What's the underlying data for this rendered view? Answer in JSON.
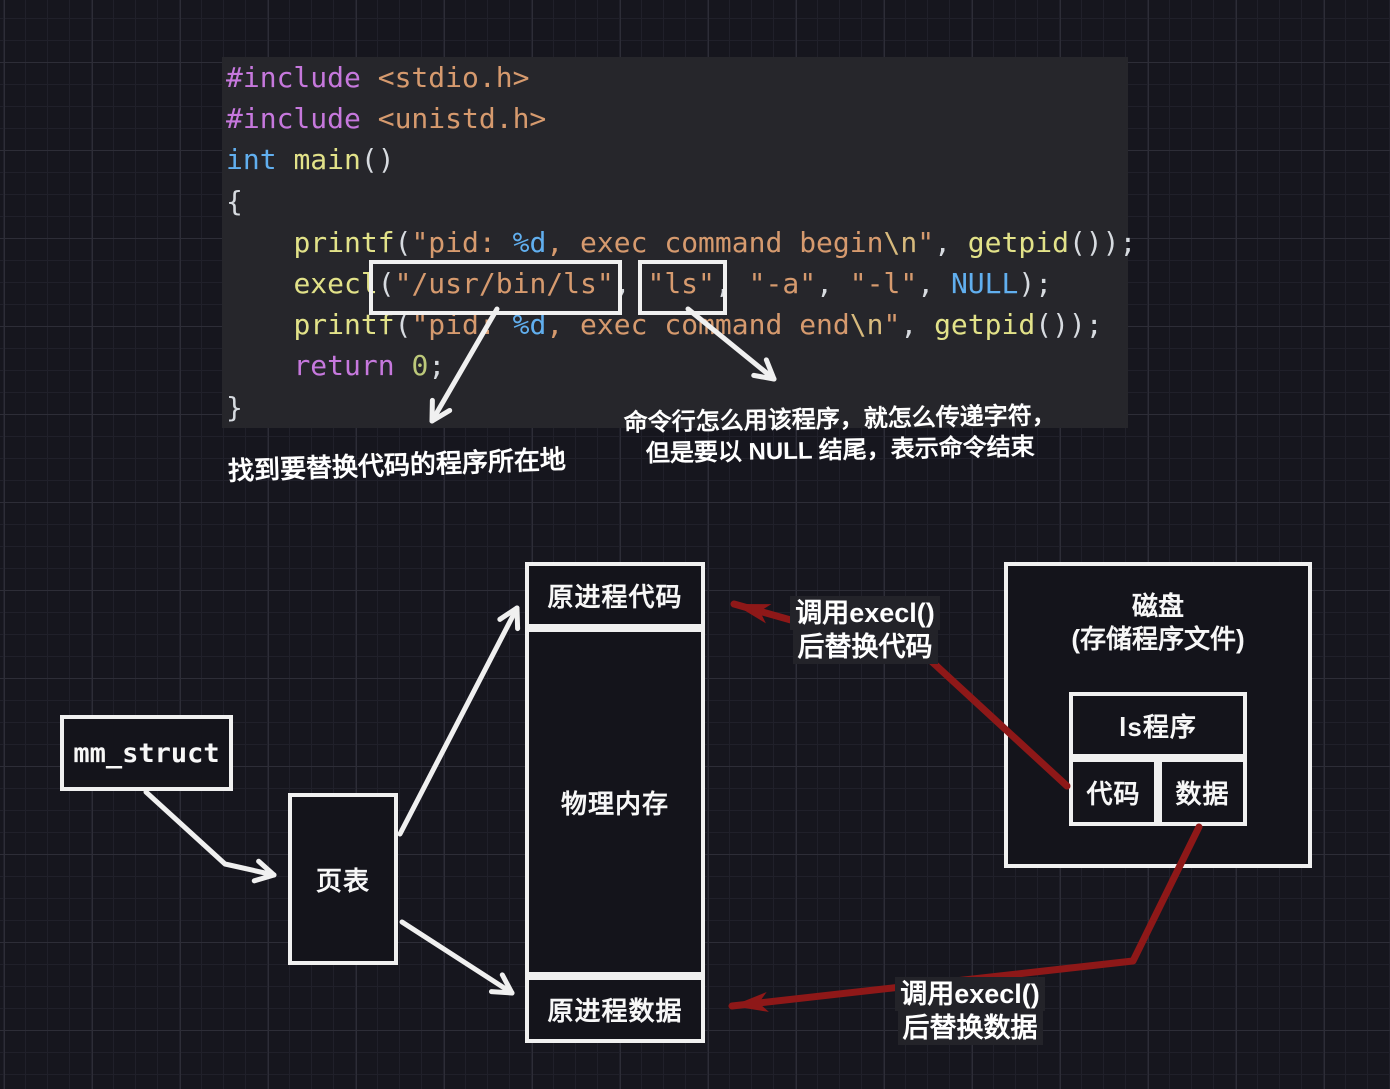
{
  "colors": {
    "accent_red": "#8e1818",
    "stroke_white": "#f0f0f0",
    "panel_bg": "#26262b",
    "canvas_bg": "#16161e"
  },
  "code": {
    "lines": [
      [
        [
          "mag",
          "#include"
        ],
        [
          "pln",
          " "
        ],
        [
          "orn",
          "<stdio.h>"
        ]
      ],
      [
        [
          "mag",
          "#include"
        ],
        [
          "pln",
          " "
        ],
        [
          "orn",
          "<unistd.h>"
        ]
      ],
      [
        [
          "blu",
          "int"
        ],
        [
          "pln",
          " "
        ],
        [
          "yel",
          "main"
        ],
        [
          "pln",
          "()"
        ]
      ],
      [
        [
          "pln",
          "{"
        ]
      ],
      [
        [
          "pln",
          "    "
        ],
        [
          "yel",
          "printf"
        ],
        [
          "pln",
          "("
        ],
        [
          "orn",
          "\"pid: "
        ],
        [
          "blu",
          "%d"
        ],
        [
          "orn",
          ", exec command begin"
        ],
        [
          "gld",
          "\\n"
        ],
        [
          "orn",
          "\""
        ],
        [
          "pln",
          ", "
        ],
        [
          "yel",
          "getpid"
        ],
        [
          "pln",
          "());"
        ]
      ],
      [
        [
          "pln",
          "    "
        ],
        [
          "yel",
          "execl"
        ],
        [
          "pln",
          "("
        ],
        [
          "orn",
          "\"/usr/bin/ls\""
        ],
        [
          "pln",
          ", "
        ],
        [
          "orn",
          "\"ls\""
        ],
        [
          "pln",
          ", "
        ],
        [
          "orn",
          "\"-a\""
        ],
        [
          "pln",
          ", "
        ],
        [
          "orn",
          "\"-l\""
        ],
        [
          "pln",
          ", "
        ],
        [
          "blu",
          "NULL"
        ],
        [
          "pln",
          ");"
        ]
      ],
      [
        [
          "pln",
          "    "
        ],
        [
          "yel",
          "printf"
        ],
        [
          "pln",
          "("
        ],
        [
          "orn",
          "\"pid: "
        ],
        [
          "blu",
          "%d"
        ],
        [
          "orn",
          ", exec command end"
        ],
        [
          "gld",
          "\\n"
        ],
        [
          "orn",
          "\""
        ],
        [
          "pln",
          ", "
        ],
        [
          "yel",
          "getpid"
        ],
        [
          "pln",
          "());"
        ]
      ],
      [
        [
          "pln",
          "    "
        ],
        [
          "mag",
          "return"
        ],
        [
          "pln",
          " "
        ],
        [
          "grn",
          "0"
        ],
        [
          "pln",
          ";"
        ]
      ],
      [
        [
          "pln",
          "}"
        ]
      ]
    ]
  },
  "annotations": {
    "path_note": "找到要替换代码的程序所在地",
    "args_note_line1": "命令行怎么用该程序，就怎么传递字符，",
    "args_note_line2": "但是要以 NULL 结尾，表示命令结束"
  },
  "diagram": {
    "mm_struct": "mm_struct",
    "page_table": "页表",
    "physical_memory": "物理内存",
    "original_code": "原进程代码",
    "original_data": "原进程数据",
    "disk_title": "磁盘",
    "disk_subtitle": "(存储程序文件)",
    "ls_program": "ls程序",
    "disk_code": "代码",
    "disk_data": "数据",
    "replace_code": {
      "line1": "调用execl()",
      "line2": "后替换代码"
    },
    "replace_data": {
      "line1": "调用execl()",
      "line2": "后替换数据"
    }
  }
}
